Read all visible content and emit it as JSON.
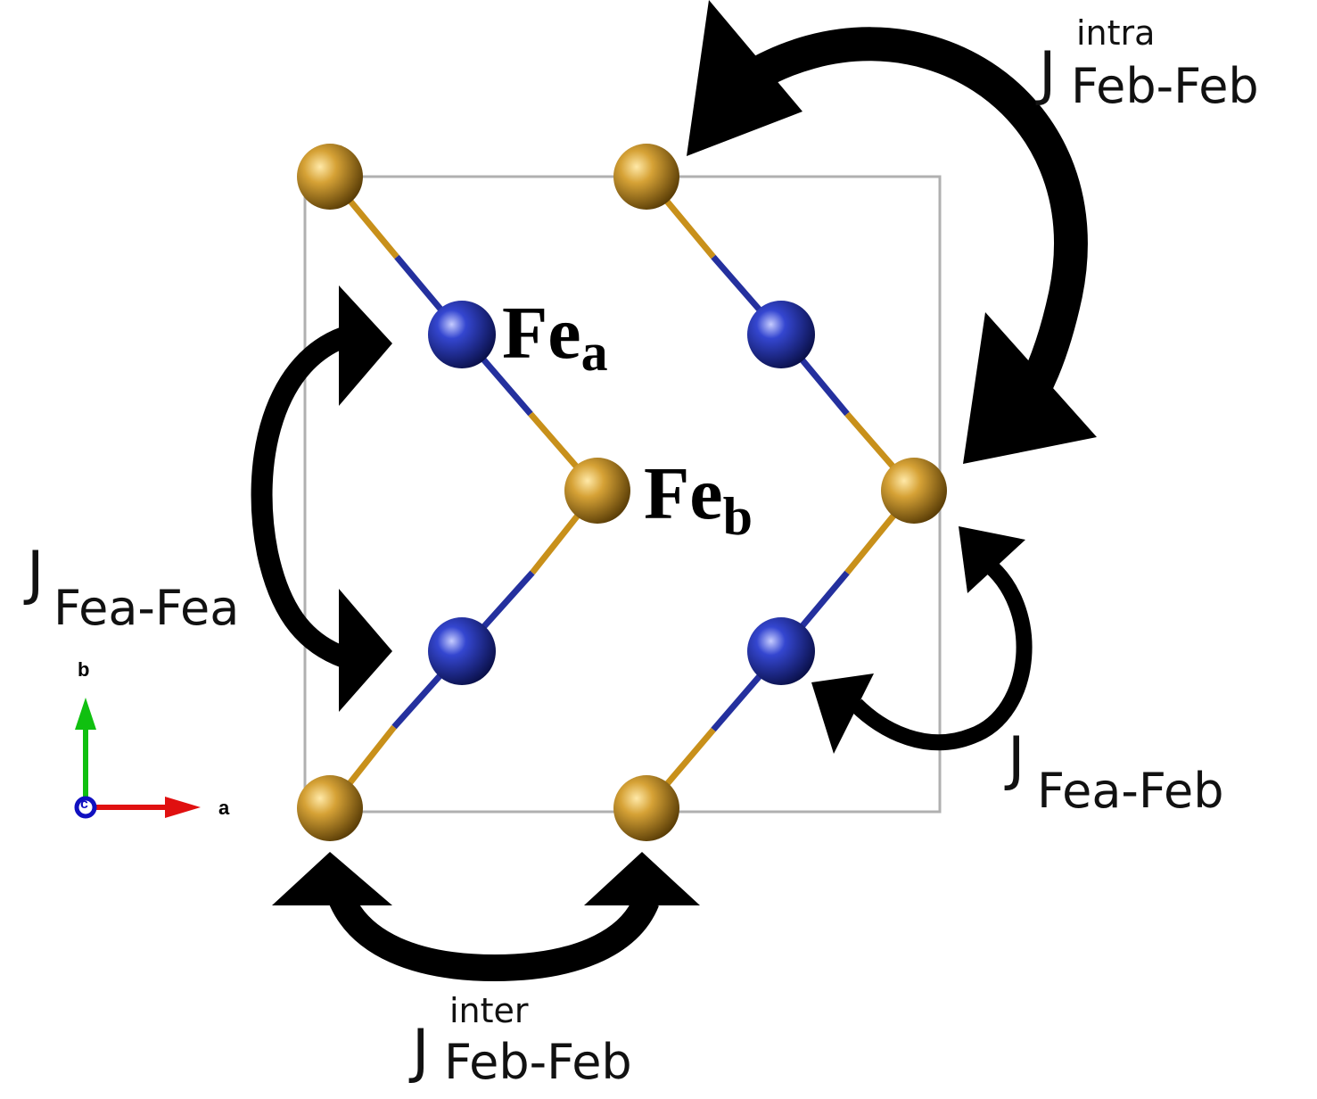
{
  "atom_labels": {
    "fe_a": {
      "main": "Fe",
      "sub": "a"
    },
    "fe_b": {
      "main": "Fe",
      "sub": "b"
    }
  },
  "exchange_labels": {
    "intra": {
      "symbol": "J",
      "sup": "intra",
      "sub": "Feb-Feb"
    },
    "inter": {
      "symbol": "J",
      "sup": "inter",
      "sub": "Feb-Feb"
    },
    "fea_fea": {
      "symbol": "J",
      "sub": "Fea-Fea"
    },
    "fea_feb": {
      "symbol": "J",
      "sub": "Fea-Feb"
    }
  },
  "axes": {
    "b": "b",
    "a": "a",
    "c": "c"
  },
  "colors": {
    "fe_a_atom": "#1e2a9c",
    "fe_b_atom": "#b8860b",
    "bond_a": "#24309e",
    "bond_b": "#c8901a",
    "cell": "#b0b0b0",
    "arrow": "#000000",
    "axis_a": "#e01010",
    "axis_b": "#10c010",
    "axis_c": "#1010c0"
  }
}
